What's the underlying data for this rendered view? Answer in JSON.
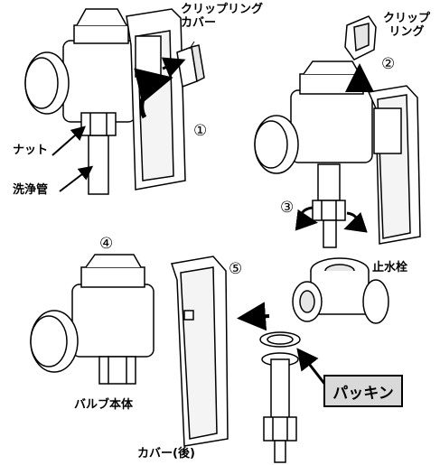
{
  "labels": {
    "clip_ring_cover": "クリップリング\nカバー",
    "clip_ring": "クリップ\nリング",
    "nut": "ナット",
    "flush_pipe": "洗浄管",
    "shutoff_valve": "止水栓",
    "valve_body": "バルブ本体",
    "cover_rear": "カバー(後)",
    "packing": "パッキン"
  },
  "steps": [
    "①",
    "②",
    "③",
    "④",
    "⑤"
  ],
  "colors": {
    "line": "#000000",
    "fill_light": "#ffffff",
    "fill_gray": "#e6e6e6",
    "highlight_box": "#d9d9d9"
  }
}
